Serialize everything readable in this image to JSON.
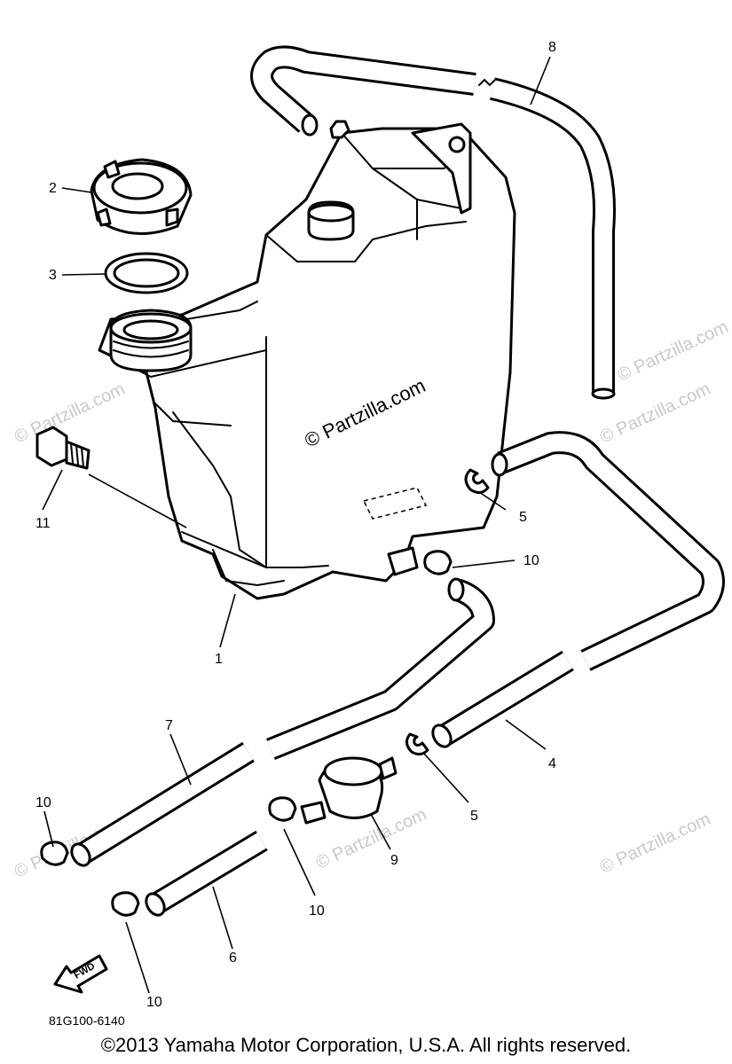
{
  "watermark_main": "© Partzilla.com",
  "watermark_faint": "© Partzilla.com",
  "diagram_code": "81G100-6140",
  "fwd_label": "FWD",
  "copyright": "©2013  Yamaha Motor Corporation, U.S.A. All rights reserved.",
  "callouts": {
    "c1": "1",
    "c2": "2",
    "c3": "3",
    "c4": "4",
    "c5a": "5",
    "c5b": "5",
    "c6": "6",
    "c7": "7",
    "c8": "8",
    "c9": "9",
    "c10a": "10",
    "c10b": "10",
    "c10c": "10",
    "c10d": "10",
    "c11": "11"
  }
}
